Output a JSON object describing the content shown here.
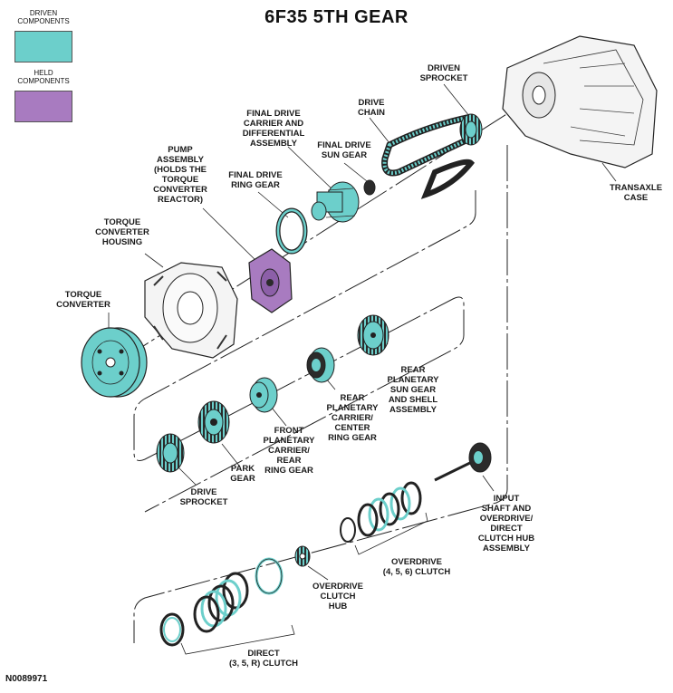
{
  "title": "6F35 5TH GEAR",
  "legend": {
    "driven": {
      "label": "DRIVEN\nCOMPONENTS",
      "color": "#6ccfcb"
    },
    "held": {
      "label": "HELD\nCOMPONENTS",
      "color": "#a87bc0"
    }
  },
  "labels": {
    "driven_sprocket": "DRIVEN\nSPROCKET",
    "drive_chain": "DRIVE\nCHAIN",
    "final_drive_carrier": "FINAL DRIVE\nCARRIER AND\nDIFFERENTIAL\nASSEMBLY",
    "final_drive_sun": "FINAL DRIVE\nSUN GEAR",
    "pump_assembly": "PUMP\nASSEMBLY\n(HOLDS THE\nTORQUE\nCONVERTER\nREACTOR)",
    "final_drive_ring": "FINAL DRIVE\nRING GEAR",
    "transaxle_case": "TRANSAXLE\nCASE",
    "tc_housing": "TORQUE\nCONVERTER\nHOUSING",
    "torque_converter": "TORQUE\nCONVERTER",
    "rear_planetary_sun": "REAR\nPLANETARY\nSUN GEAR\nAND SHELL\nASSEMBLY",
    "rear_planetary_carrier": "REAR\nPLANETARY\nCARRIER/\nCENTER\nRING GEAR",
    "front_planetary": "FRONT\nPLANETARY\nCARRIER/\nREAR\nRING GEAR",
    "park_gear": "PARK\nGEAR",
    "drive_sprocket": "DRIVE\nSPROCKET",
    "input_shaft": "INPUT\nSHAFT AND\nOVERDRIVE/\nDIRECT\nCLUTCH HUB\nASSEMBLY",
    "overdrive_clutch": "OVERDRIVE\n(4, 5, 6) CLUTCH",
    "overdrive_hub": "OVERDRIVE\nCLUTCH\nHUB",
    "direct_clutch": "DIRECT\n(3, 5, R) CLUTCH"
  },
  "figure_code": "N0089971"
}
